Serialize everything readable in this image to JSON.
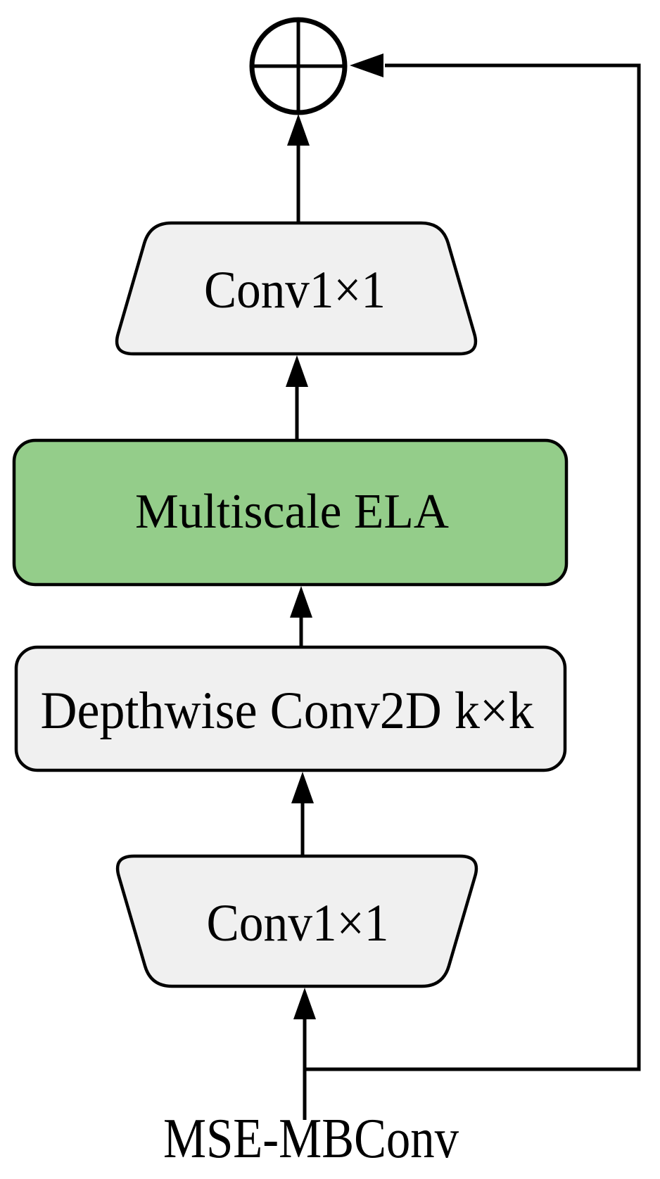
{
  "colors": {
    "node_green": "#94cd8a",
    "node_gray": "#f0f0f0",
    "line_black": "#000000",
    "background": "#ffffff"
  },
  "diagram": {
    "block_title": "MSE-MBConv",
    "operator": {
      "id": "add",
      "symbol": "⊕",
      "meaning": "element-wise addition"
    },
    "nodes": [
      {
        "id": "conv1x1-top",
        "label": "Conv1×1",
        "shape": "trapezoid-widening-down",
        "fill": "gray"
      },
      {
        "id": "multiscale-ela",
        "label": "Multiscale ELA",
        "shape": "rounded-rectangle",
        "fill": "green"
      },
      {
        "id": "depthwise-conv",
        "label": "Depthwise Conv2D k×k",
        "shape": "rounded-rectangle",
        "fill": "gray"
      },
      {
        "id": "conv1x1-bottom",
        "label": "Conv1×1",
        "shape": "trapezoid-narrowing-down",
        "fill": "gray"
      }
    ],
    "edges": [
      {
        "from": "input",
        "to": "conv1x1-bottom",
        "type": "arrow-up"
      },
      {
        "from": "conv1x1-bottom",
        "to": "depthwise-conv",
        "type": "arrow-up"
      },
      {
        "from": "depthwise-conv",
        "to": "multiscale-ela",
        "type": "arrow-up"
      },
      {
        "from": "multiscale-ela",
        "to": "conv1x1-top",
        "type": "arrow-up"
      },
      {
        "from": "conv1x1-top",
        "to": "add",
        "type": "arrow-up"
      },
      {
        "from": "input",
        "to": "add",
        "type": "skip-connection"
      }
    ]
  }
}
